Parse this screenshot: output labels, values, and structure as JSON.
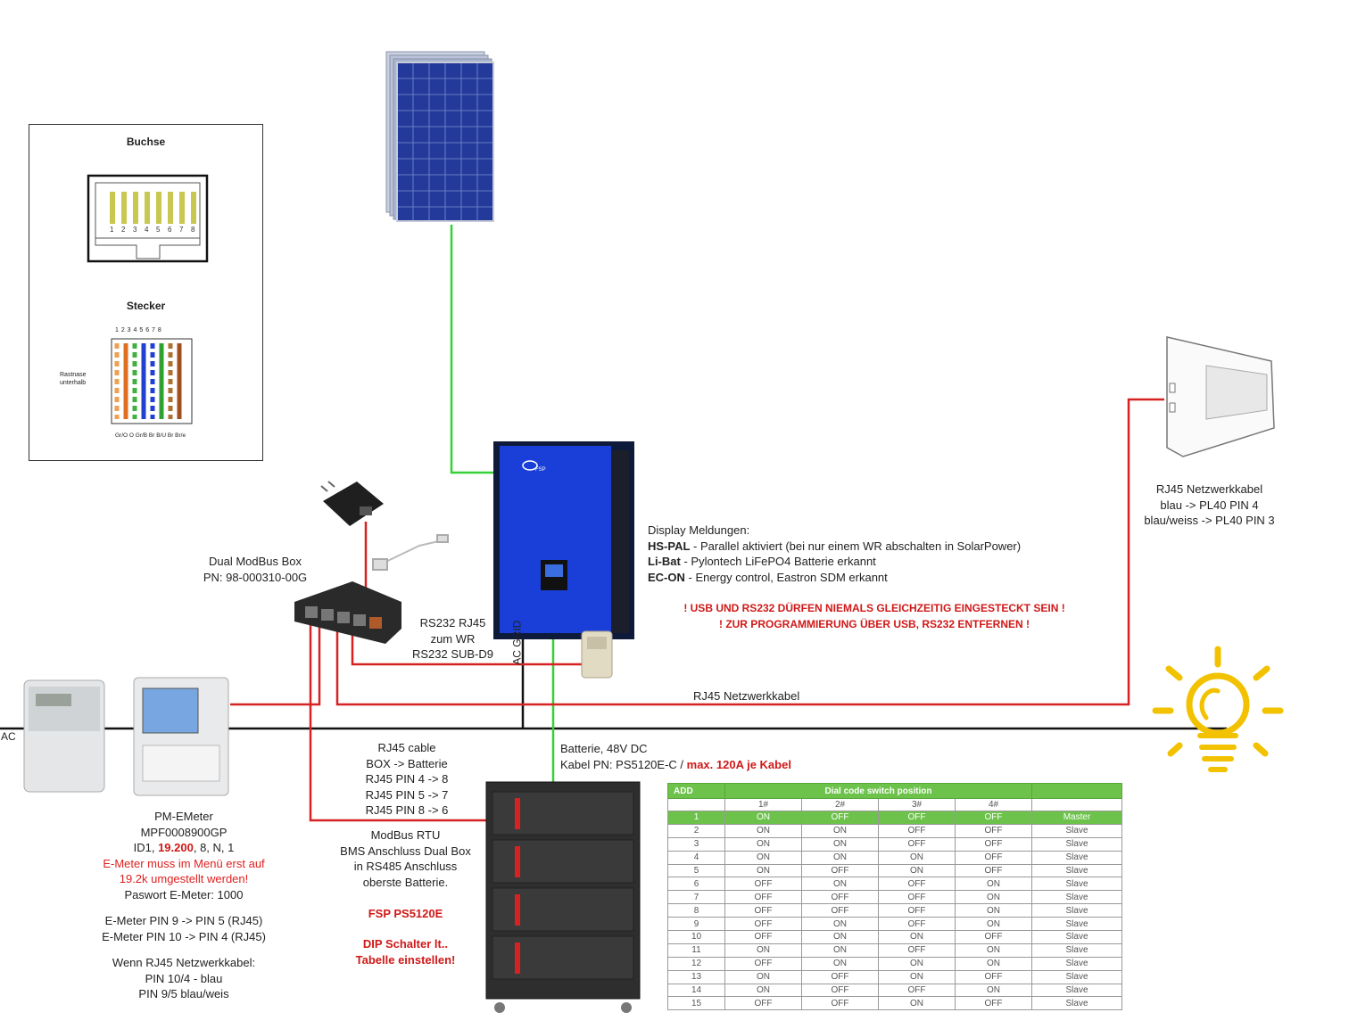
{
  "legend": {
    "socket_title": "Buchse",
    "plug_title": "Stecker",
    "pin_numbers": "1 2 3 4 5 6 7 8",
    "latch_note": [
      "Rastnase",
      "unterhalb"
    ],
    "color_codes": "Gr/O O Gr/B Br B/U Br Br/e",
    "socket_pin_numbers": [
      "1",
      "2",
      "3",
      "4",
      "5",
      "6",
      "7",
      "8"
    ]
  },
  "modbus_box": {
    "lines": [
      "Dual ModBus Box",
      "PN: 98-000310-00G"
    ]
  },
  "rs232": {
    "lines": [
      "RS232 RJ45",
      "zum WR",
      "RS232 SUB-D9"
    ]
  },
  "ac_grid_label": "AC GRID",
  "ac_label": "AC",
  "inverter_brand": "FSP",
  "display": {
    "title": "Display Meldungen:",
    "items": [
      {
        "code": "HS-PAL",
        "text": " - Parallel aktiviert (bei nur einem WR abschalten in SolarPower)"
      },
      {
        "code": "Li-Bat",
        "text": " - Pylontech LiFePO4 Batterie erkannt"
      },
      {
        "code": "EC-ON",
        "text": " - Energy control, Eastron SDM erkannt"
      }
    ]
  },
  "warning": [
    "! USB UND RS232 DÜRFEN NIEMALS GLEICHZEITIG EINGESTECKT SEIN !",
    "! ZUR PROGRAMMIERUNG ÜBER USB, RS232 ENTFERNEN !"
  ],
  "pl40": {
    "lines": [
      "RJ45 Netzwerkkabel",
      "blau -> PL40 PIN 4",
      "blau/weiss -> PL40 PIN 3"
    ]
  },
  "rj45_cable_label": "RJ45 Netzwerkkabel",
  "battery_label": {
    "line1": "Batterie, 48V DC",
    "line2_prefix": "Kabel PN: PS5120E-C / ",
    "line2_red": "max. 120A je Kabel"
  },
  "rj45_box_battery": {
    "lines": [
      "RJ45 cable",
      "BOX -> Batterie",
      "RJ45 PIN 4 -> 8",
      "RJ45 PIN 5 -> 7",
      "RJ45 PIN 8 -> 6"
    ]
  },
  "modbus_rtu": {
    "lines": [
      "ModBus RTU",
      "BMS Anschluss Dual Box",
      "in RS485 Anschluss",
      "oberste Batterie."
    ]
  },
  "fsp_model": "FSP PS5120E",
  "dip_note": [
    "DIP Schalter lt..",
    "Tabelle einstellen!"
  ],
  "emeter": {
    "line1": "PM-EMeter",
    "line2": "MPF0008900GP",
    "line3_prefix": "ID1, ",
    "line3_red": "19.200",
    "line3_suffix": ", 8, N, 1",
    "red_lines": [
      "E-Meter muss im Menü erst auf",
      "19.2k umgestellt werden!"
    ],
    "password": "Paswort E-Meter: 1000",
    "pins": [
      "E-Meter PIN 9 -> PIN 5 (RJ45)",
      "E-Meter PIN 10 -> PIN 4 (RJ45)"
    ],
    "rj45": [
      "Wenn RJ45 Netzwerkkabel:",
      "PIN 10/4 - blau",
      "PIN 9/5 blau/weis"
    ]
  },
  "dip_table": {
    "header_add": "ADD",
    "header_title": "Dial code switch position",
    "switches": [
      "1#",
      "2#",
      "3#",
      "4#"
    ],
    "rows": [
      [
        "1",
        "ON",
        "OFF",
        "OFF",
        "OFF",
        "Master"
      ],
      [
        "2",
        "ON",
        "ON",
        "OFF",
        "OFF",
        "Slave"
      ],
      [
        "3",
        "ON",
        "ON",
        "OFF",
        "OFF",
        "Slave"
      ],
      [
        "4",
        "ON",
        "ON",
        "ON",
        "OFF",
        "Slave"
      ],
      [
        "5",
        "ON",
        "OFF",
        "ON",
        "OFF",
        "Slave"
      ],
      [
        "6",
        "OFF",
        "ON",
        "OFF",
        "ON",
        "Slave"
      ],
      [
        "7",
        "OFF",
        "OFF",
        "OFF",
        "ON",
        "Slave"
      ],
      [
        "8",
        "OFF",
        "OFF",
        "OFF",
        "ON",
        "Slave"
      ],
      [
        "9",
        "OFF",
        "ON",
        "OFF",
        "ON",
        "Slave"
      ],
      [
        "10",
        "OFF",
        "ON",
        "ON",
        "OFF",
        "Slave"
      ],
      [
        "11",
        "ON",
        "ON",
        "OFF",
        "ON",
        "Slave"
      ],
      [
        "12",
        "OFF",
        "ON",
        "ON",
        "ON",
        "Slave"
      ],
      [
        "13",
        "ON",
        "OFF",
        "ON",
        "OFF",
        "Slave"
      ],
      [
        "14",
        "ON",
        "OFF",
        "OFF",
        "ON",
        "Slave"
      ],
      [
        "15",
        "OFF",
        "OFF",
        "ON",
        "OFF",
        "Slave"
      ]
    ]
  },
  "colors": {
    "wire_red": "#d62222",
    "wire_green": "#35d035",
    "wire_black": "#111111",
    "inverter_blue": "#1a3fd8",
    "table_green": "#6cc24a",
    "bulb_yellow": "#f2c200"
  }
}
